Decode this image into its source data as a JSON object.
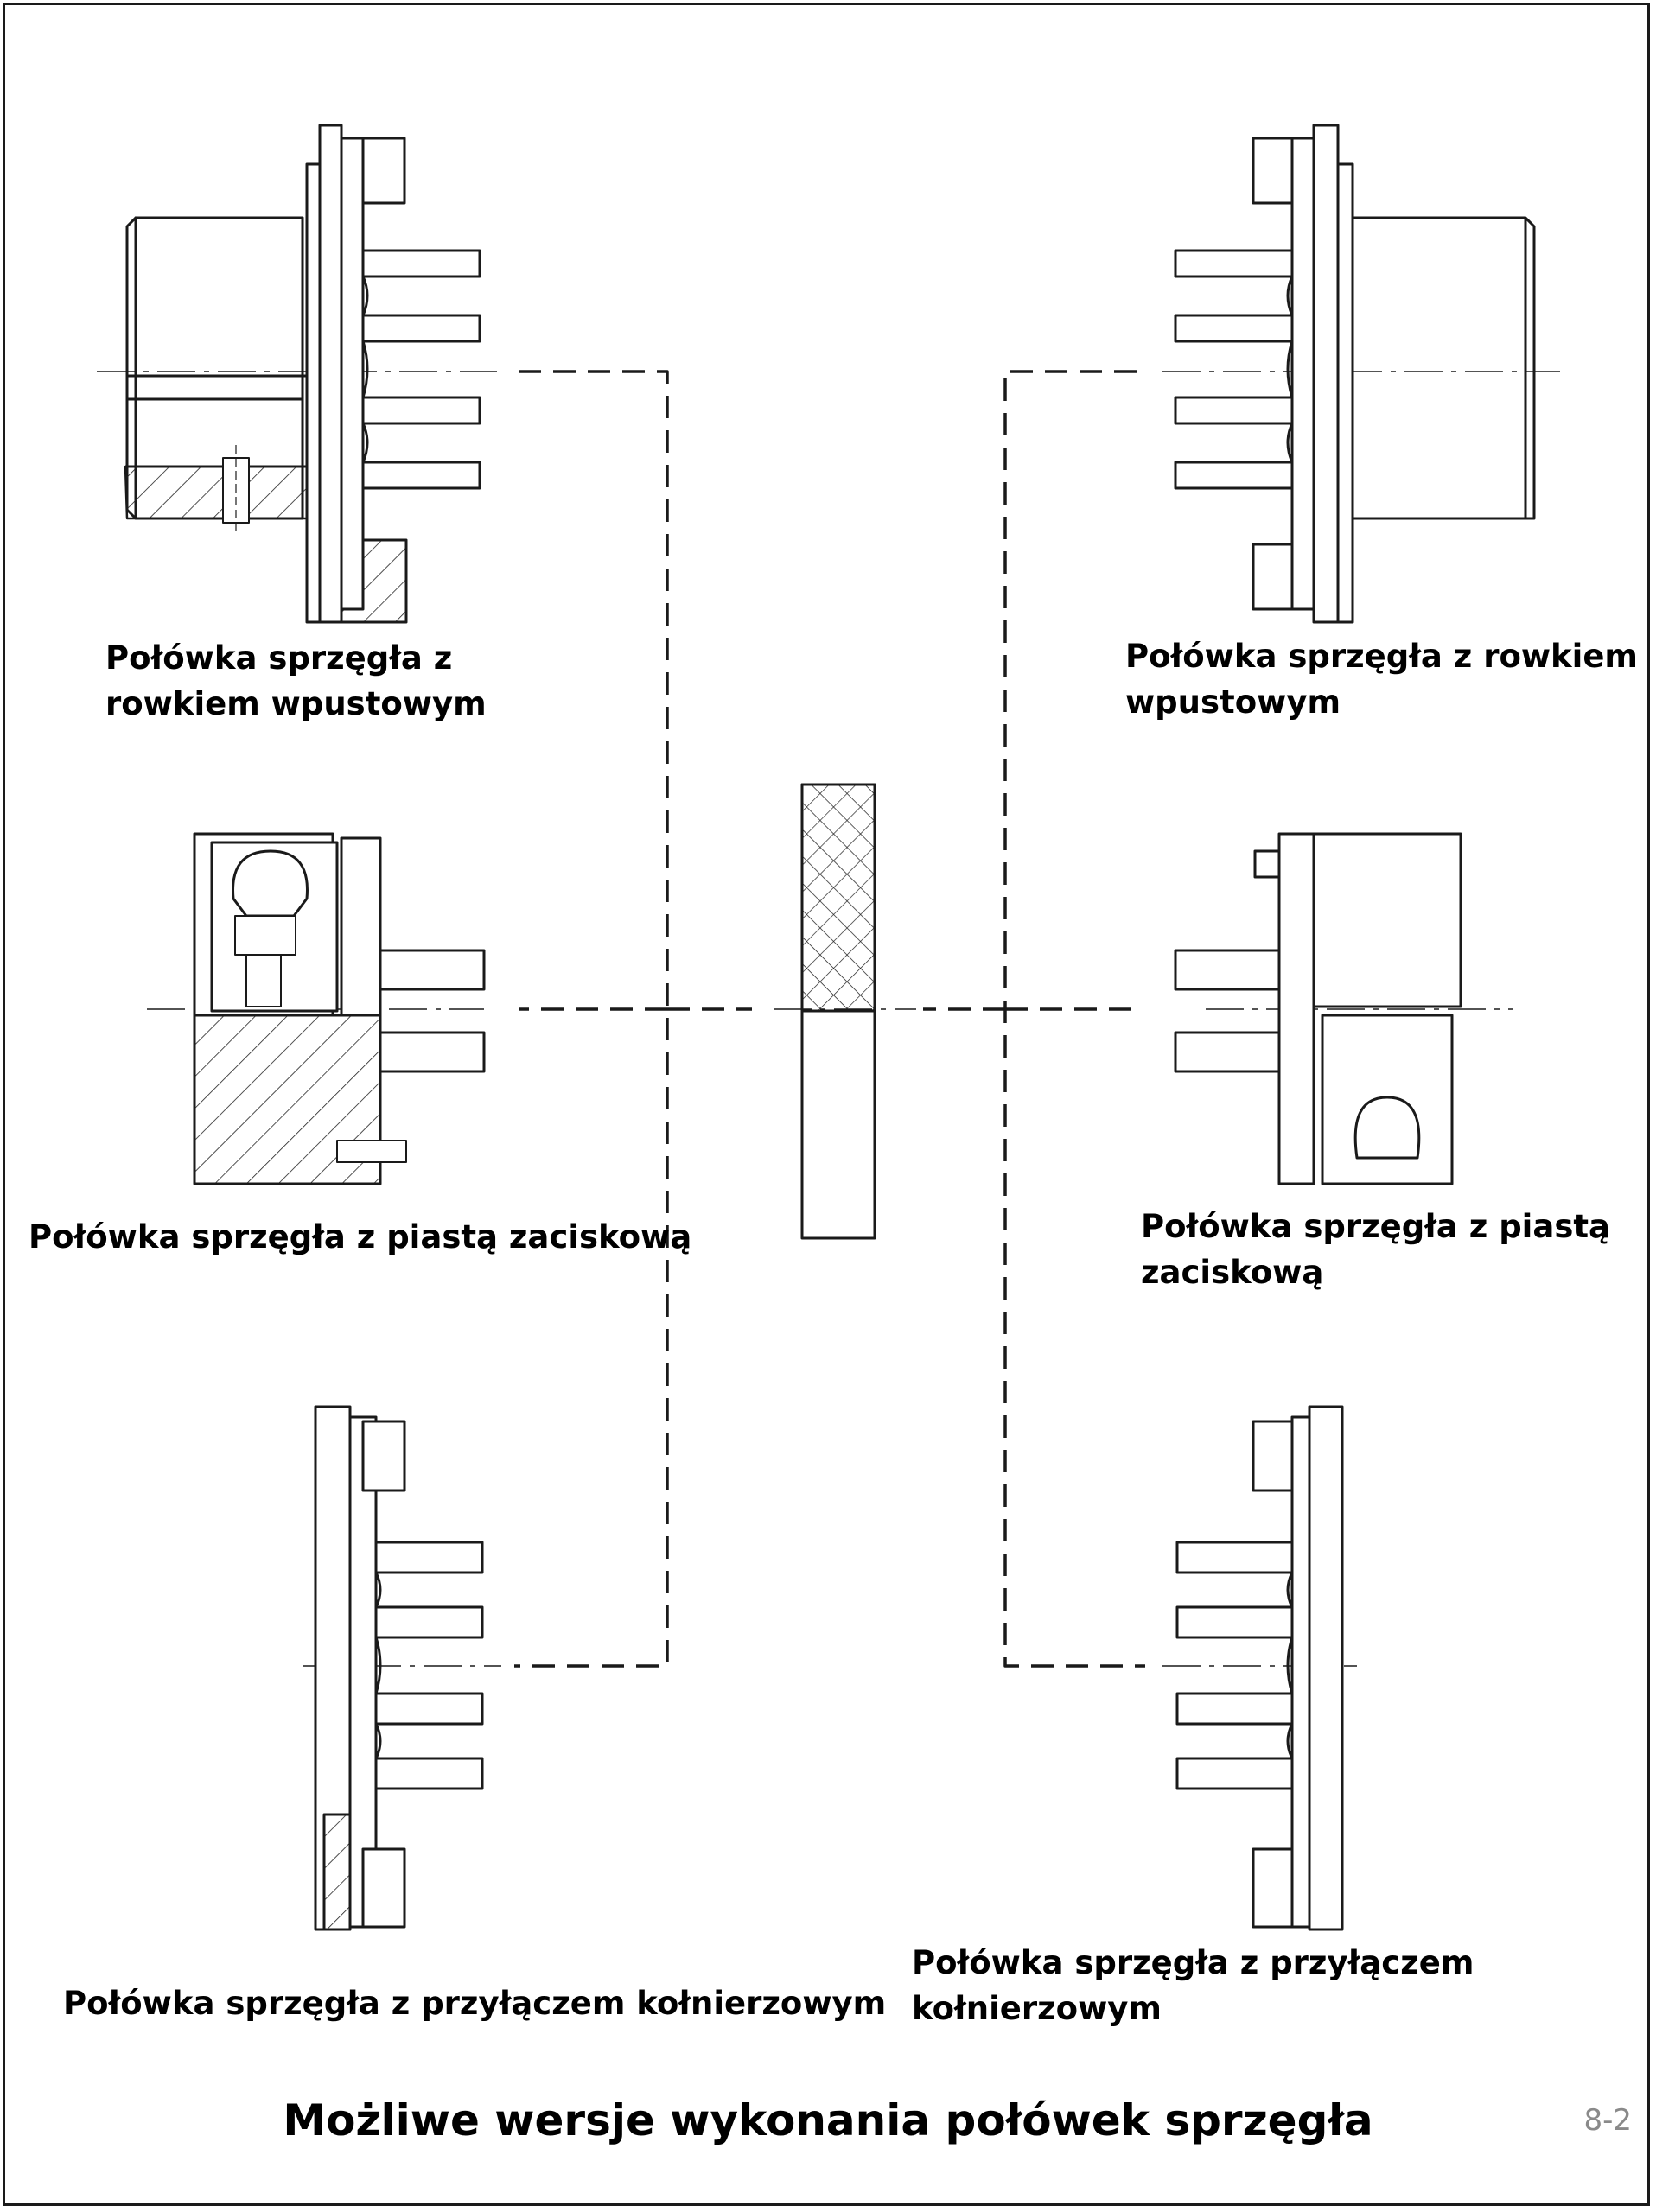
{
  "labels": {
    "top_left": [
      "Połówka sprzęgła z",
      "rowkiem wpustowym"
    ],
    "top_right": [
      "Połówka sprzęgła z rowkiem",
      "wpustowym"
    ],
    "mid_left": [
      "Połówka sprzęgła z piastą zaciskową"
    ],
    "mid_right": [
      "Połówka sprzęgła z piastą",
      "zaciskową"
    ],
    "bottom_left": [
      "Połówka sprzęgła z przyłączem kołnierzowym"
    ],
    "bottom_right": [
      "Połówka sprzęgła z przyłączem kołnierzowym"
    ]
  },
  "caption": "Możliwe wersje wykonania połówek sprzęgła",
  "page_number": "8-2"
}
